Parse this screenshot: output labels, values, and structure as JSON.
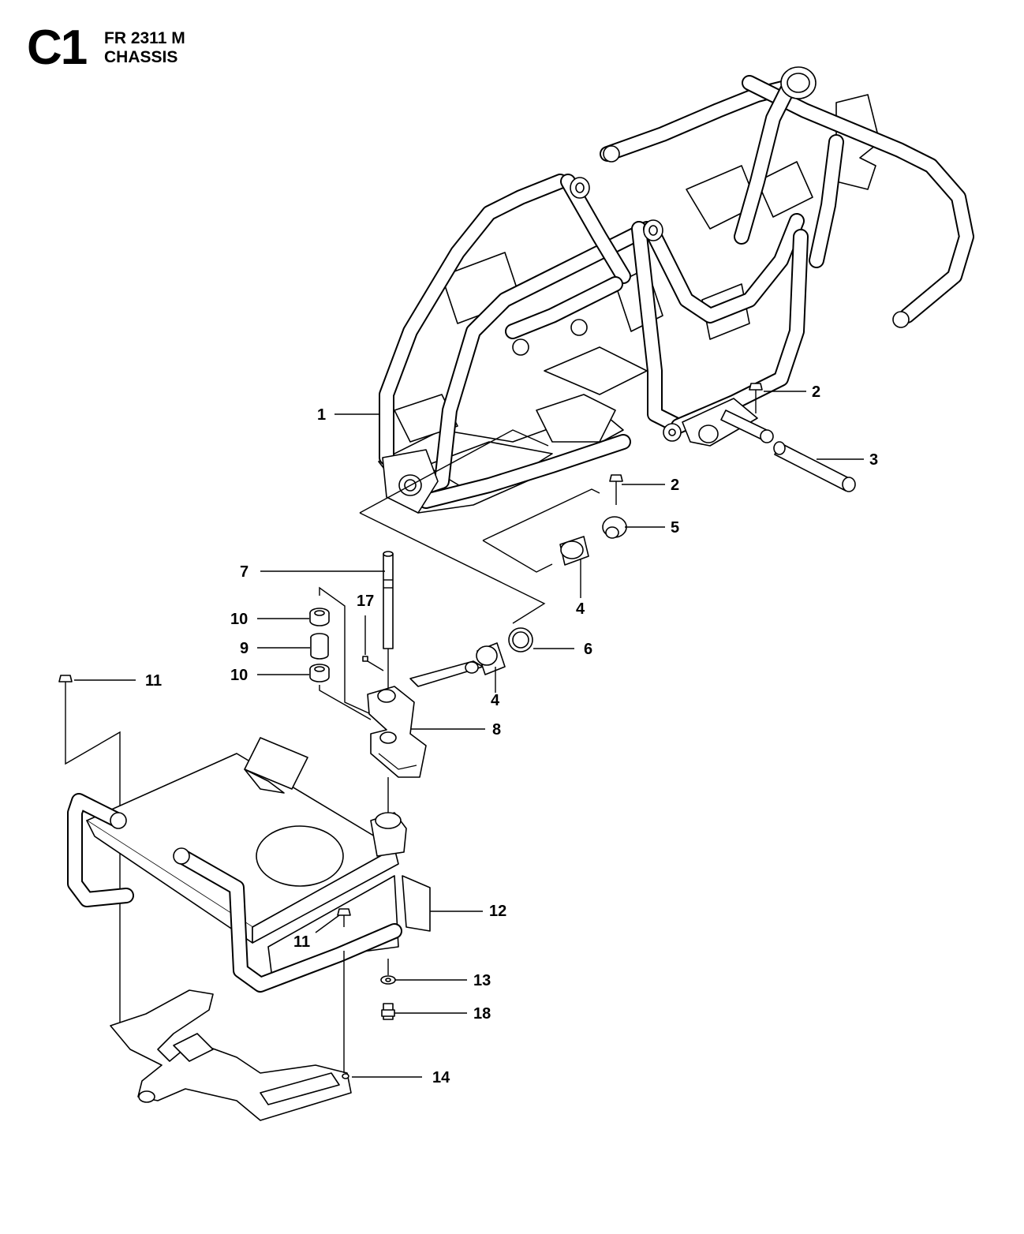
{
  "header": {
    "section_code": "C1",
    "model": "FR 2311 M",
    "title": "CHASSIS"
  },
  "callouts": {
    "c1": "1",
    "c2a": "2",
    "c2b": "2",
    "c3": "3",
    "c4a": "4",
    "c4b": "4",
    "c5": "5",
    "c6": "6",
    "c7": "7",
    "c8": "8",
    "c9": "9",
    "c10a": "10",
    "c10b": "10",
    "c11a": "11",
    "c11b": "11",
    "c12": "12",
    "c13": "13",
    "c14": "14",
    "c17": "17",
    "c18": "18"
  }
}
